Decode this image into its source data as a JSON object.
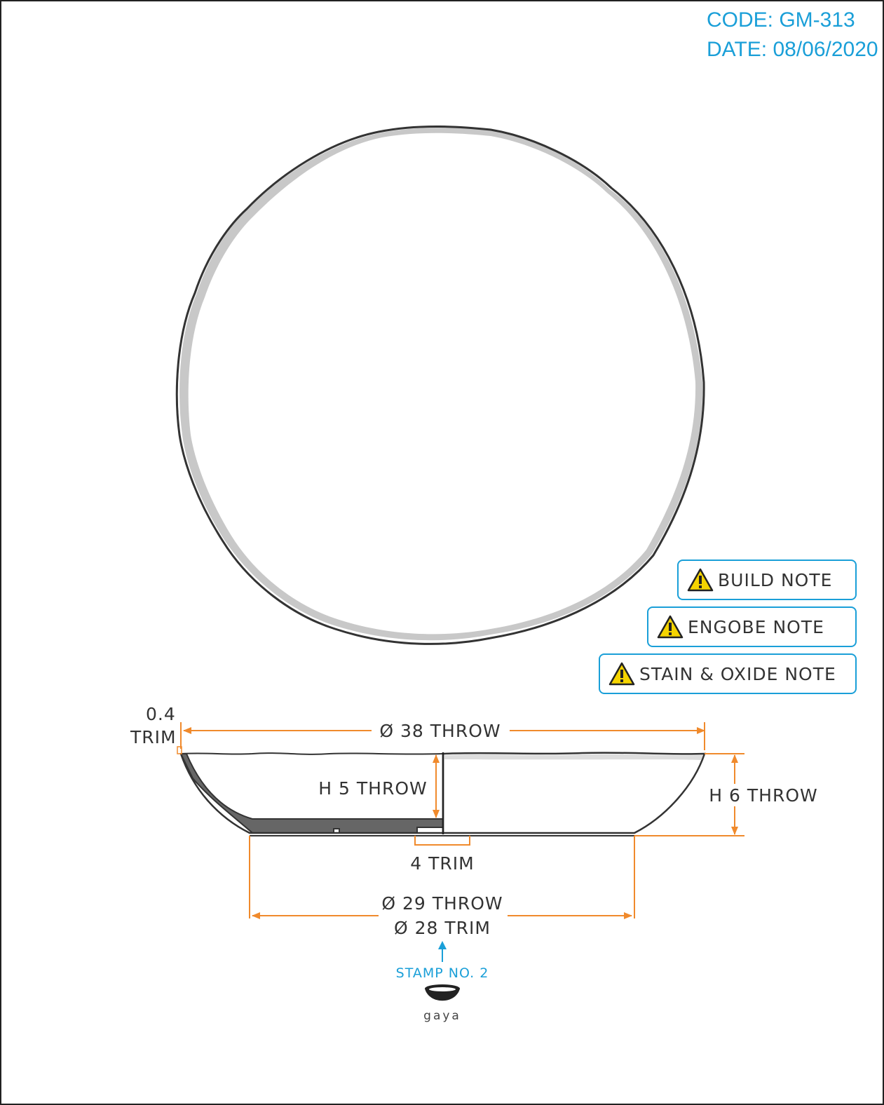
{
  "header": {
    "code": "CODE: GM-313",
    "date": "DATE: 08/06/2020"
  },
  "notes": [
    {
      "label": "BUILD NOTE",
      "icon": "warning-icon"
    },
    {
      "label": "ENGOBE NOTE",
      "icon": "warning-icon"
    },
    {
      "label": "STAIN & OXIDE NOTE",
      "icon": "warning-icon"
    }
  ],
  "dimensions": {
    "rim_trim_value": "0.4",
    "rim_trim_unit": "TRIM",
    "diameter_top": "Ø 38 THROW",
    "height_inner": "H 5 THROW",
    "height_outer": "H 6 THROW",
    "foot_trim": "4 TRIM",
    "diameter_base_throw": "Ø 29 THROW",
    "diameter_base_trim": "Ø 28 TRIM"
  },
  "stamp": {
    "label": "STAMP  NO. 2",
    "logo_text": "gaya"
  },
  "colors": {
    "dimension": "#f08a2c",
    "accent": "#1a9fd8",
    "outline": "#333333",
    "section_fill": "#666666",
    "rim_shade": "#c8c8c8"
  }
}
